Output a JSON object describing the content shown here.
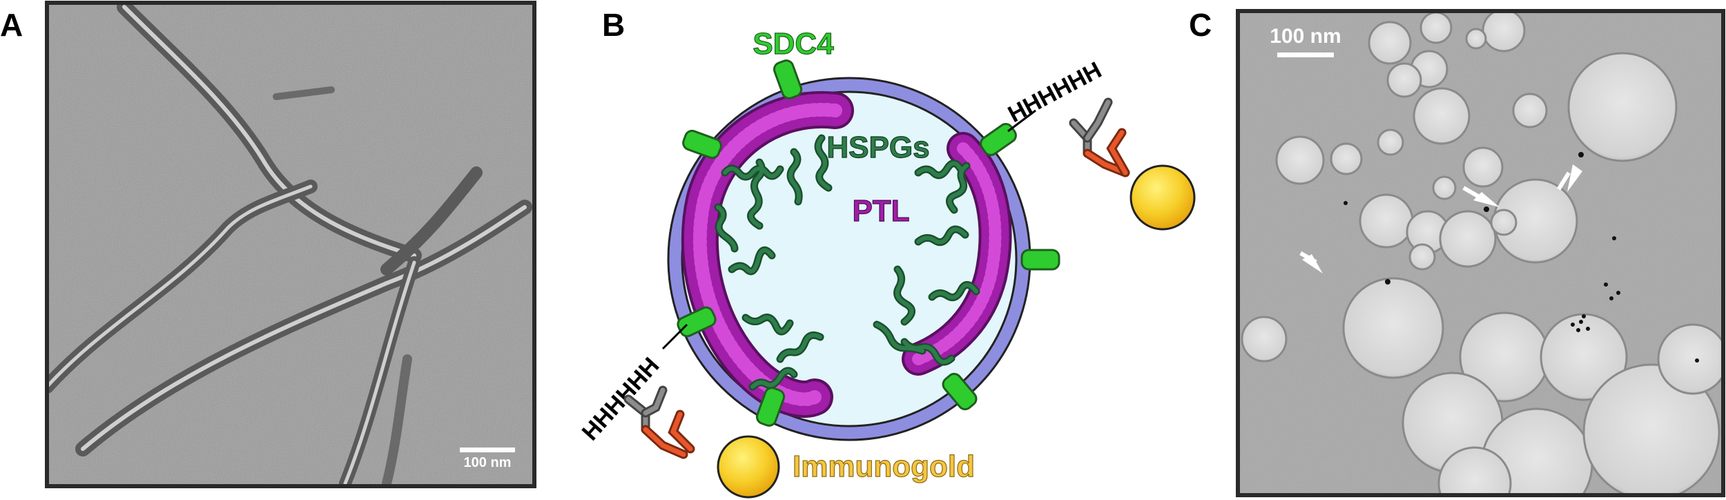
{
  "panels": {
    "a": {
      "letter": "A",
      "scale_bar_label": "100 nm"
    },
    "b": {
      "letter": "B",
      "labels": {
        "receptor": "SDC4",
        "chains": "HSPGs",
        "fibrils": "PTL",
        "gold": "Immunogold",
        "his_tag": "HHHHHH"
      },
      "colors": {
        "receptor": "#2ecc2e",
        "chains": "#2e7d4a",
        "fibrils": "#a01ea8",
        "membrane": "#8e8ee0",
        "interior": "#e3f6fb",
        "gold": "#f5c542",
        "antibody_primary": "#e8562a",
        "antibody_secondary": "#7f7f7f"
      }
    },
    "c": {
      "letter": "C",
      "scale_bar_label": "100 nm"
    }
  }
}
